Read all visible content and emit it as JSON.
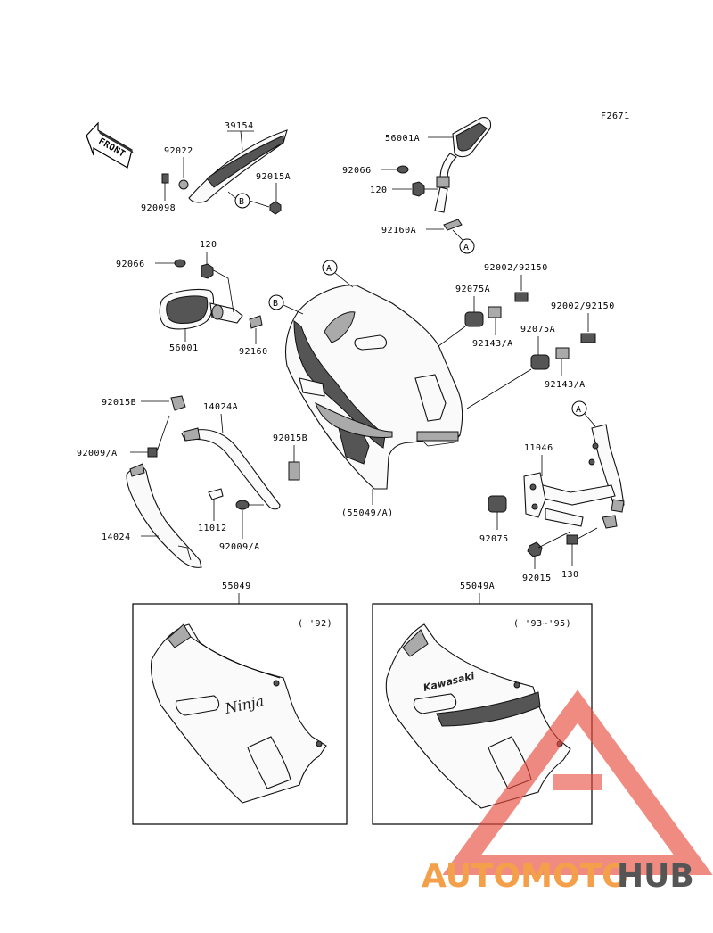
{
  "figure_code": "F2671",
  "front_label": "FRONT",
  "variant_92_label": "( '92)",
  "variant_93_95_label": "( '93~'95)",
  "decal_ninja": "Ninja",
  "decal_kawasaki": "Kawasaki",
  "watermark": {
    "part1": "AUTOMOTO",
    "part2": "HUB",
    "color1": "#f4a04a",
    "color2": "#555555",
    "triangle_color": "#e84a3c"
  },
  "callouts": {
    "A": "A",
    "B": "B"
  },
  "parts": {
    "p39154": "39154",
    "p92022": "92022",
    "p92015A_top": "92015A",
    "p92009B": "920098",
    "p56001A": "56001A",
    "p92066_top": "92066",
    "p120_top": "120",
    "p92160A": "92160A",
    "p120_left": "120",
    "p92066_left": "92066",
    "p56001": "56001",
    "p92160": "92160",
    "p92075A_1": "92075A",
    "p92002_92150_1": "92002/92150",
    "p92143A_1": "92143/A",
    "p92002_92150_2": "92002/92150",
    "p92075A_2": "92075A",
    "p92143A_2": "92143/A",
    "p92015B_left": "92015B",
    "p14024A": "14024A",
    "p92009A_left": "92009/A",
    "p92015B_right": "92015B",
    "p11012": "11012",
    "p92009A_bottom": "92009/A",
    "p14024": "14024",
    "p55049_A": "(55049/A)",
    "p11046": "11046",
    "p92075": "92075",
    "p92015": "92015",
    "p130": "130",
    "p55049": "55049",
    "p55049A": "55049A"
  }
}
